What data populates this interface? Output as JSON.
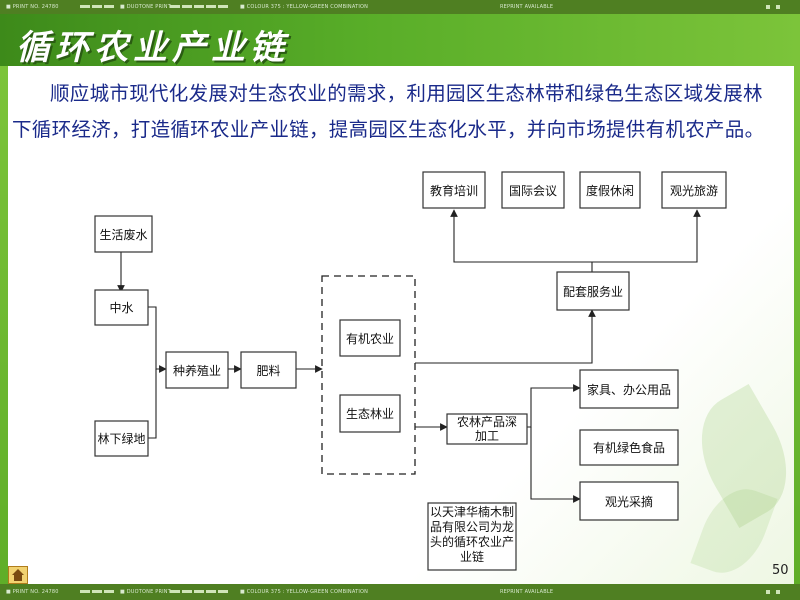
{
  "header": {
    "strip_text": [
      "■ PRINT NO. 24780",
      "■ DUOTONE PRINT",
      "■ COLOUR 375 : YELLOW-GREEN COMBINATION",
      "REPRINT AVAILABLE"
    ]
  },
  "slide": {
    "title": "循环农业产业链",
    "intro": "顺应城市现代化发展对生态农业的需求，利用园区生态林带和绿色生态区域发展林下循环经济，打造循环农业产业链，提高园区生态化水平，并向市场提供有机农产品。",
    "page_number": "50"
  },
  "diagram": {
    "nodes": {
      "domestic_wastewater": "生活废水",
      "reclaimed_water": "中水",
      "understory_green": "林下绿地",
      "planting_breeding": "种养殖业",
      "fertilizer": "肥料",
      "organic_agriculture": "有机农业",
      "eco_forestry": "生态林业",
      "deep_processing": "农林产品深加工",
      "supporting_services": "配套服务业",
      "education_training": "教育培训",
      "international_conference": "国际会议",
      "vacation_leisure": "度假休闲",
      "sightseeing_tourism": "观光旅游",
      "furniture_office": "家具、办公用品",
      "organic_green_food": "有机绿色食品",
      "sightseeing_picking": "观光采摘",
      "note": "以天津华楠木制品有限公司为龙头的循环农业产业链"
    }
  },
  "colors": {
    "title_band": "#58ad28",
    "intro_text": "#1a2a8a",
    "dark_bar": "#4f7f22"
  },
  "icons": {
    "home": "home-icon"
  }
}
